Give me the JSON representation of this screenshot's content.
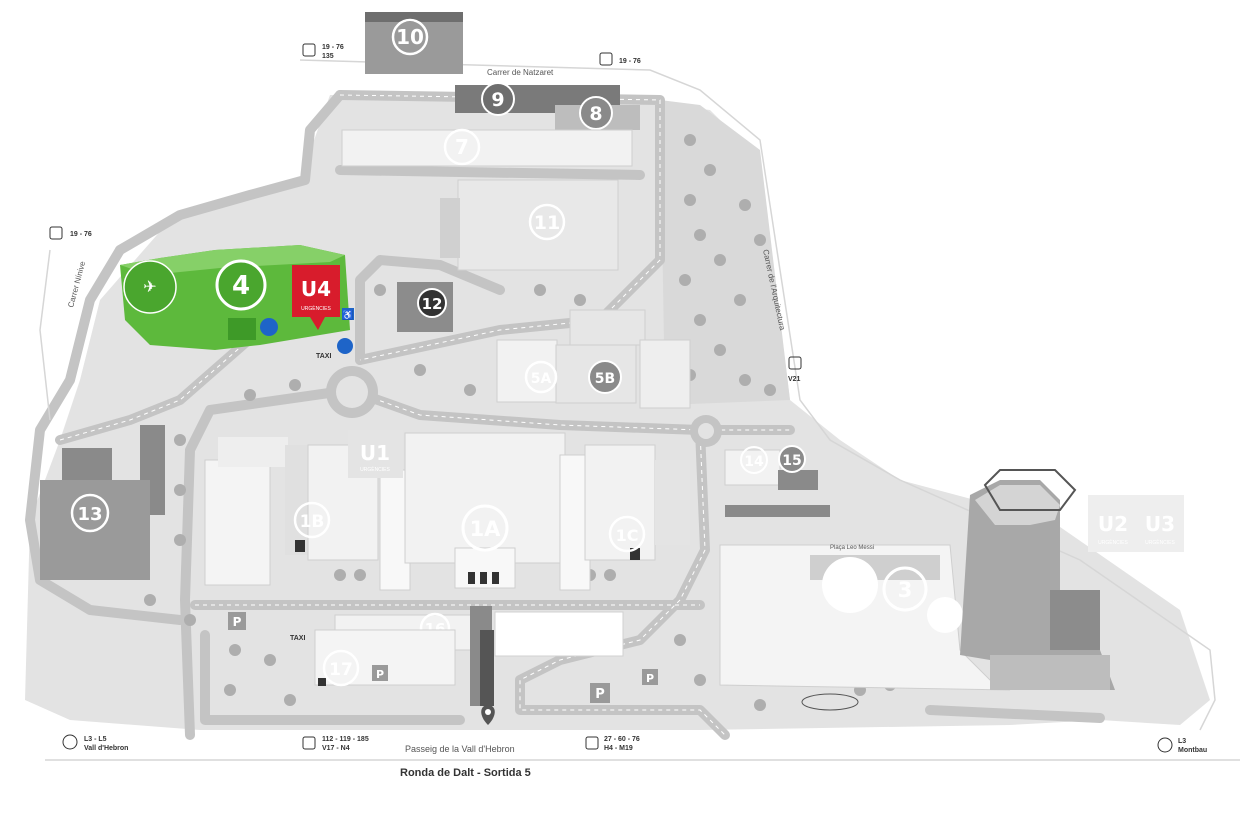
{
  "map": {
    "streets": {
      "natzaret": "Carrer de Natzaret",
      "ninive": "Carrer Nínive",
      "arquitectura": "Carrer de l'Arquitectura",
      "passeig": "Passeig de la Vall d'Hebron",
      "ronda": "Ronda de Dalt - Sortida 5",
      "placa": "Plaça Leo Messi"
    },
    "buildings": {
      "b10": "10",
      "b9": "9",
      "b8": "8",
      "b7": "7",
      "b11": "11",
      "b12": "12",
      "b4": "4",
      "u4": "U4",
      "u4sub": "URGÈNCIES",
      "b5a": "5A",
      "b5b": "5B",
      "u1": "U1",
      "u1sub": "URGÈNCIES",
      "b14": "14",
      "b15": "15",
      "b13": "13",
      "b1b": "1B",
      "b1a": "1A",
      "b1c": "1C",
      "u2": "U2",
      "u3": "U3",
      "u2sub": "URGÈNCIES",
      "u3sub": "URGÈNCIES",
      "b3": "3",
      "b16": "16",
      "b17": "17"
    },
    "transit": {
      "bus_top_left_1": "19 - 76",
      "bus_top_left_2": "135",
      "bus_top_right": "19 - 76",
      "bus_left": "19 - 76",
      "bus_right": "V21",
      "metro_left_1": "L3 - L5",
      "metro_left_2": "Vall d'Hebron",
      "bus_bottom_1a": "112 - 119 - 185",
      "bus_bottom_1b": "V17 - N4",
      "bus_bottom_2a": "27 - 60 - 76",
      "bus_bottom_2b": "H4 - M19",
      "metro_right_1": "L3",
      "metro_right_2": "Montbau",
      "taxi": "TAXI",
      "taxi2": "TAXI",
      "parking": "P"
    }
  }
}
